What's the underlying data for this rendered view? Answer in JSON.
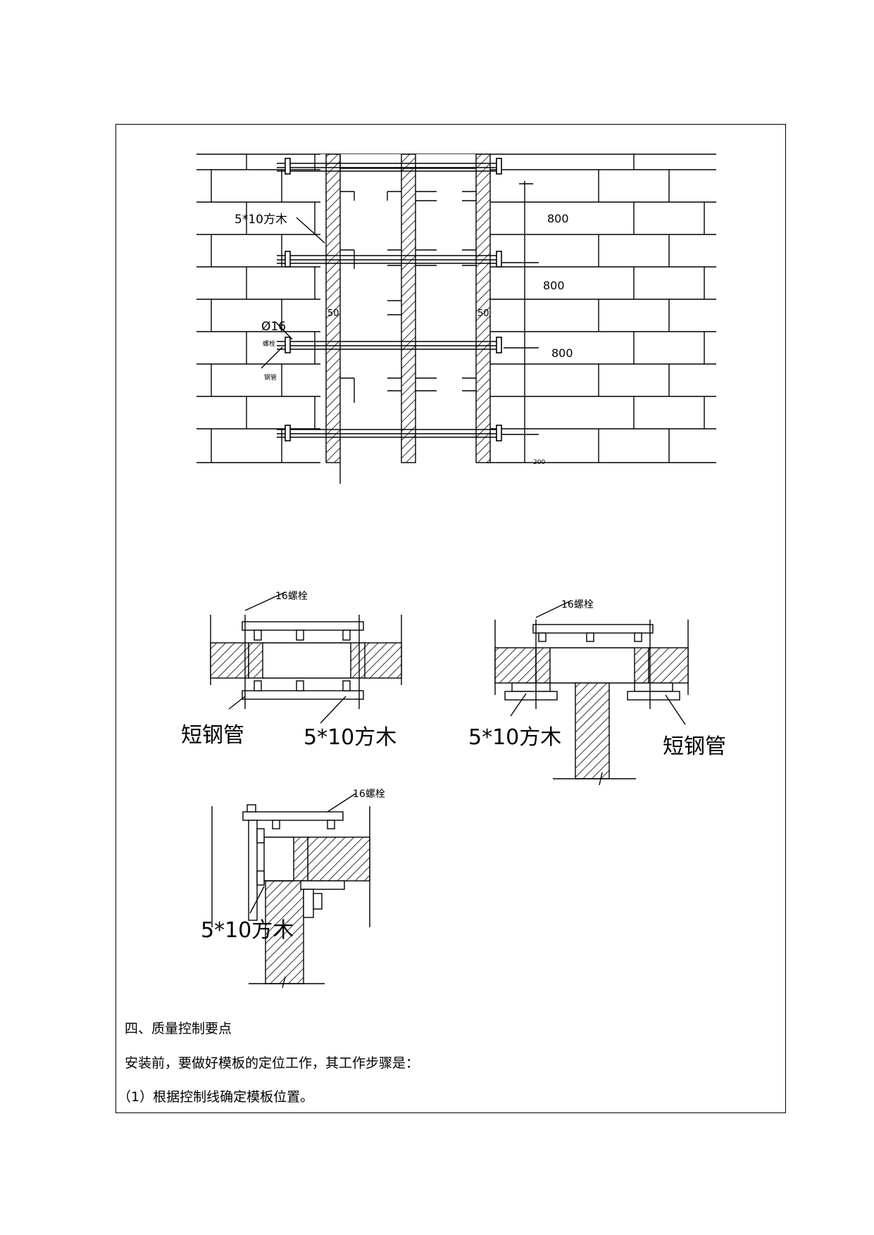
{
  "drawings": {
    "elevation": {
      "label_batten": "5*10方木",
      "label_bolt": "Ø16",
      "label_bolt_sub": "螺栓",
      "label_tube_sub": "钢管",
      "dim_1": "800",
      "dim_2": "800",
      "dim_3": "800",
      "dim_4": "200",
      "mark_left": "50",
      "mark_right": "50"
    },
    "section_a": {
      "label_bolt": "16螺栓",
      "label_tube": "短钢管",
      "label_batten": "5*10方木"
    },
    "section_b": {
      "label_bolt": "16螺栓",
      "label_batten": "5*10方木",
      "label_tube": "短钢管"
    },
    "section_c": {
      "label_bolt": "16螺栓",
      "label_batten": "5*10方木"
    }
  },
  "text": {
    "heading": "四、质量控制要点",
    "para_1": "安装前，要做好模板的定位工作，其工作步骤是：",
    "para_2": "（1）根据控制线确定模板位置。"
  }
}
